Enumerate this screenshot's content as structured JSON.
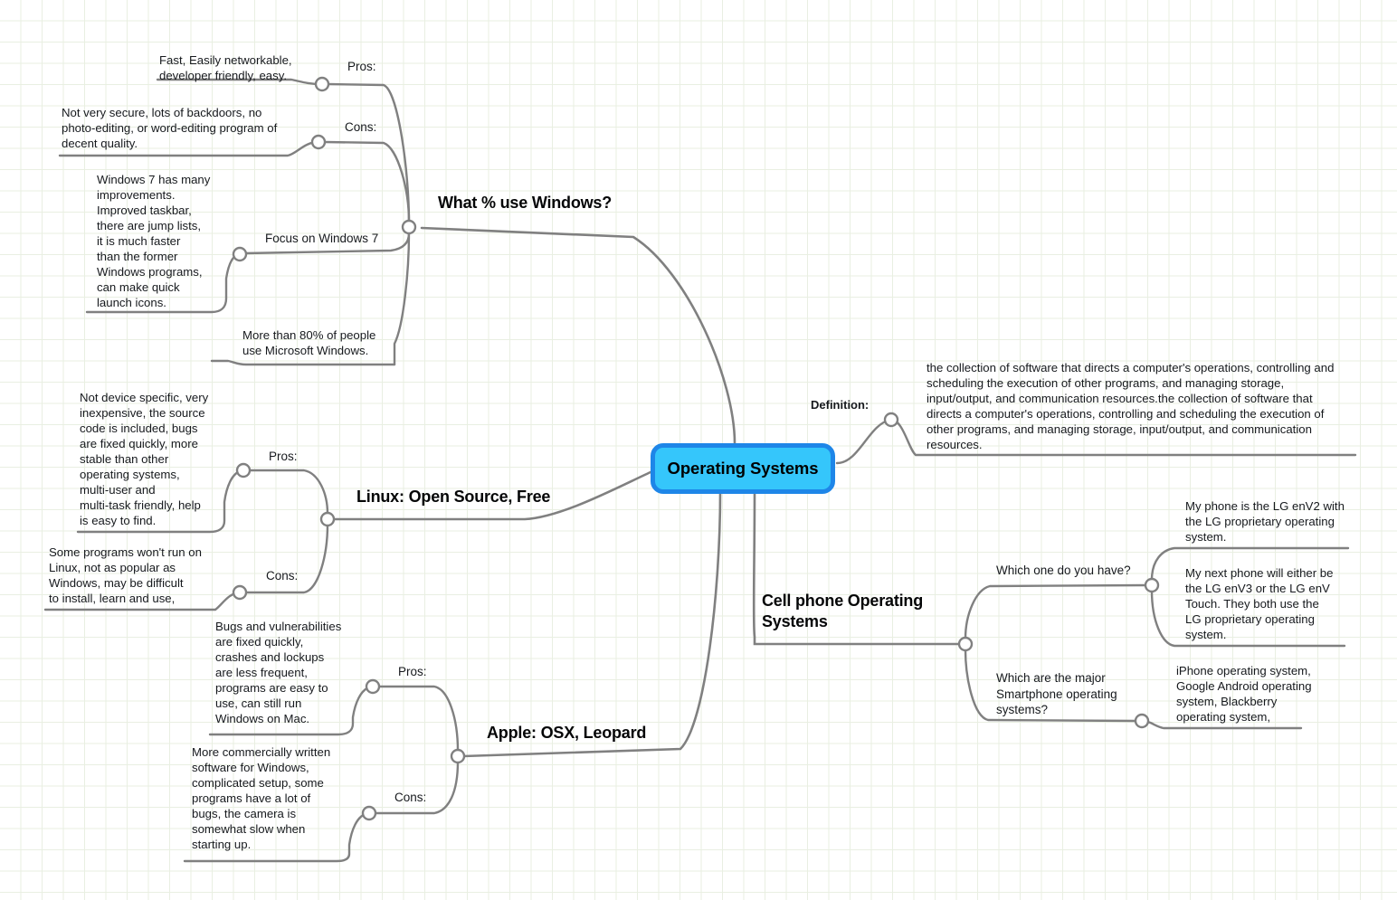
{
  "document": {
    "type": "mind-map",
    "root": {
      "label": "Operating Systems",
      "fill_color": "#35c6fb",
      "border_color": "#1e86e8"
    },
    "background": {
      "grid_color": "#e9efe2",
      "page_color": "#ffffff"
    },
    "link_color": "#808080",
    "node_dot_fill": "#ffffff",
    "node_dot_stroke": "#808080"
  },
  "branches": {
    "windows": {
      "title": "What % use Windows?",
      "children": [
        {
          "label": "Pros:",
          "leaf": "Fast, Easily networkable,\ndeveloper friendly, easy."
        },
        {
          "label": "Cons:",
          "leaf": "Not very secure, lots of backdoors, no\nphoto-editing, or word-editing program of\ndecent quality."
        },
        {
          "label": "Focus on Windows 7",
          "leaf": "Windows 7 has many\nimprovements.\nImproved taskbar,\nthere are jump lists,\nit is much faster\nthan the former\nWindows programs,\ncan make quick\nlaunch icons."
        },
        {
          "label": "",
          "leaf": "More than 80% of people\nuse Microsoft Windows."
        }
      ]
    },
    "linux": {
      "title": "Linux: Open Source, Free",
      "children": [
        {
          "label": "Pros:",
          "leaf": "Not device specific, very\ninexpensive, the source\ncode is included, bugs\nare fixed quickly, more\nstable than other\noperating systems,\nmulti-user and\nmulti-task friendly, help\nis easy to find."
        },
        {
          "label": "Cons:",
          "leaf": "Some programs won't run on\nLinux, not as popular as\nWindows,  may be difficult\nto install, learn and use,"
        }
      ]
    },
    "apple": {
      "title": "Apple: OSX, Leopard",
      "children": [
        {
          "label": "Pros:",
          "leaf": "Bugs and vulnerabilities\nare fixed quickly,\ncrashes and lockups\nare less frequent,\nprograms are easy to\nuse, can still run\nWindows on Mac."
        },
        {
          "label": "Cons:",
          "leaf": "More commercially written\nsoftware for Windows,\ncomplicated setup, some\nprograms have a lot of\nbugs, the camera is\nsomewhat slow when\nstarting up."
        }
      ]
    },
    "definition": {
      "title": "Definition:",
      "leaf": "the collection of software that directs a computer's operations, controlling and\nscheduling the execution of other programs, and managing storage,\ninput/output, and communication resources.the collection of software that\ndirects a computer's operations, controlling and scheduling the execution of\nother programs, and managing storage, input/output, and communication\nresources."
    },
    "cellphone": {
      "title": "Cell phone Operating\nSystems",
      "children": [
        {
          "label": "Which one do you have?",
          "leaves": [
            "My phone is the LG enV2 with\nthe LG proprietary operating\nsystem.",
            "My next phone will either be\nthe LG enV3 or the LG enV\nTouch. They both use the\nLG proprietary operating\nsystem."
          ]
        },
        {
          "label": "Which are the major\nSmartphone operating\nsystems?",
          "leaves": [
            "iPhone operating system,\nGoogle Android operating\nsystem, Blackberry\noperating system,"
          ]
        }
      ]
    }
  }
}
